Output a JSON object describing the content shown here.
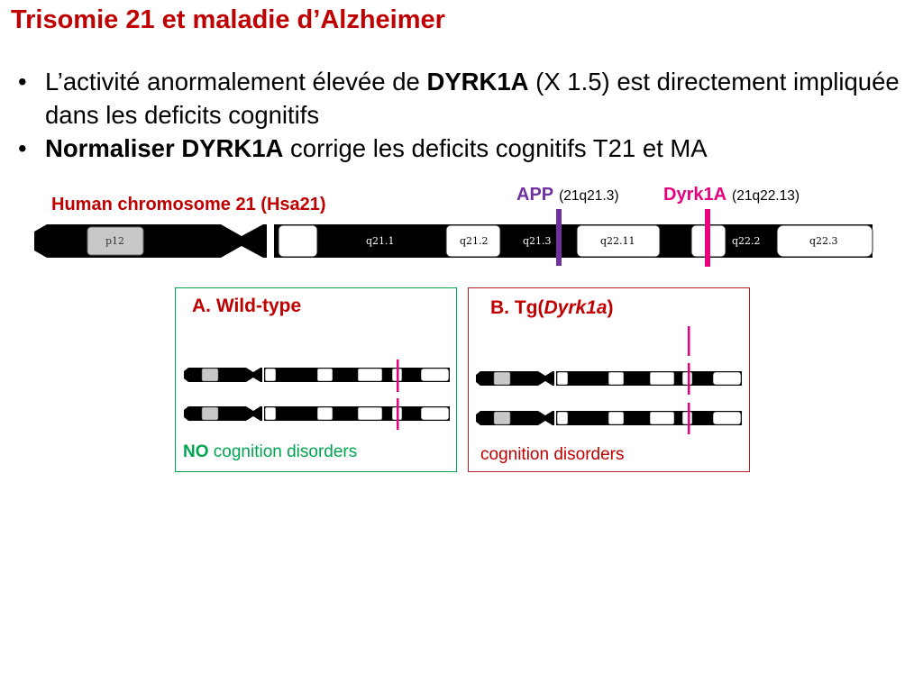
{
  "slide": {
    "title": "Trisomie 21 et maladie d’Alzheimer",
    "bullets": [
      {
        "bold": "",
        "pre": "L’activité anormalement élevée de ",
        "strong": "DYRK1A",
        "post": " (X 1.5) est directement impliquée dans les deficits cognitifs"
      },
      {
        "pre": "",
        "strong": "Normaliser DYRK1A",
        "post": " corrige les deficits cognitifs T21 et MA"
      }
    ]
  },
  "chromosome": {
    "label": "Human chromosome 21 (Hsa21)",
    "bands": {
      "p12": "p12",
      "q21_1": "q21.1",
      "q21_2": "q21.2",
      "q21_3": "q21.3",
      "q22_11": "q22.11",
      "q22_2": "q22.2",
      "q22_3": "q22.3"
    },
    "markers": {
      "app": {
        "name": "APP",
        "location": "(21q21.3)",
        "color": "#7030a0"
      },
      "dyrk1a": {
        "name": "Dyrk1A",
        "location": "(21q22.13)",
        "color": "#e6007e"
      }
    }
  },
  "panels": {
    "wild_type": {
      "title": "A. Wild-type",
      "note_strong": "NO",
      "note_rest": " cognition disorders",
      "color": "#00a550"
    },
    "transgenic": {
      "title_pre": "B. Tg(",
      "title_italic": "Dyrk1a",
      "title_post": ")",
      "note": "cognition disorders",
      "color": "#b22025"
    }
  },
  "colors": {
    "title": "#c00000",
    "app": "#7030a0",
    "dyrk1a": "#e6007e"
  }
}
